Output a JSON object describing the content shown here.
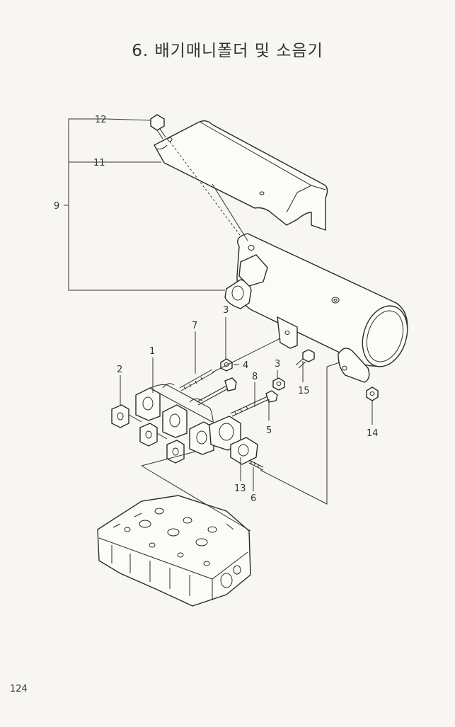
{
  "title": "6. 배기매니폴더 및 소음기",
  "page_number": "124",
  "callouts": [
    {
      "id": "12",
      "label": "12"
    },
    {
      "id": "11",
      "label": "11"
    },
    {
      "id": "9",
      "label": "9"
    },
    {
      "id": "3a",
      "label": "3"
    },
    {
      "id": "7",
      "label": "7"
    },
    {
      "id": "1",
      "label": "1"
    },
    {
      "id": "4",
      "label": "4"
    },
    {
      "id": "2",
      "label": "2"
    },
    {
      "id": "8",
      "label": "8"
    },
    {
      "id": "3b",
      "label": "3"
    },
    {
      "id": "15",
      "label": "15"
    },
    {
      "id": "5",
      "label": "5"
    },
    {
      "id": "14",
      "label": "14"
    },
    {
      "id": "13",
      "label": "13"
    },
    {
      "id": "6",
      "label": "6"
    }
  ]
}
